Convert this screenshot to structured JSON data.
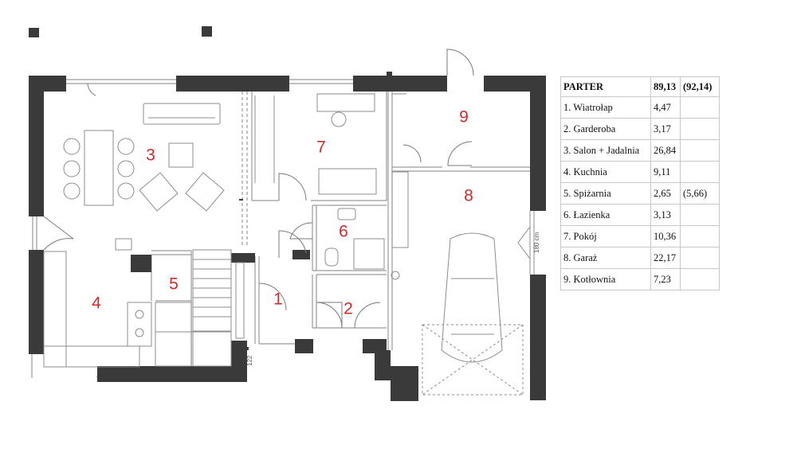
{
  "plan": {
    "rooms": [
      {
        "number": "1"
      },
      {
        "number": "2"
      },
      {
        "number": "3"
      },
      {
        "number": "4"
      },
      {
        "number": "5"
      },
      {
        "number": "6"
      },
      {
        "number": "7"
      },
      {
        "number": "8"
      },
      {
        "number": "9"
      }
    ],
    "dimensions": {
      "garage_window": "180 cm",
      "bottom_step": "122"
    }
  },
  "table": {
    "header": {
      "name": "PARTER",
      "area": "89,13",
      "alt": "(92,14)"
    },
    "rows": [
      {
        "name": "1. Wiatrołap",
        "area": "4,47",
        "alt": ""
      },
      {
        "name": "2. Garderoba",
        "area": "3,17",
        "alt": ""
      },
      {
        "name": "3. Salon + Jadalnia",
        "area": "26,84",
        "alt": ""
      },
      {
        "name": "4. Kuchnia",
        "area": "9,11",
        "alt": ""
      },
      {
        "name": "5. Spiżarnia",
        "area": "2,65",
        "alt": "(5,66)"
      },
      {
        "name": "6. Łazienka",
        "area": "3,13",
        "alt": ""
      },
      {
        "name": "7. Pokój",
        "area": "10,36",
        "alt": ""
      },
      {
        "name": "8. Garaż",
        "area": "22,17",
        "alt": ""
      },
      {
        "name": "9. Kotłownia",
        "area": "7,23",
        "alt": ""
      }
    ]
  }
}
